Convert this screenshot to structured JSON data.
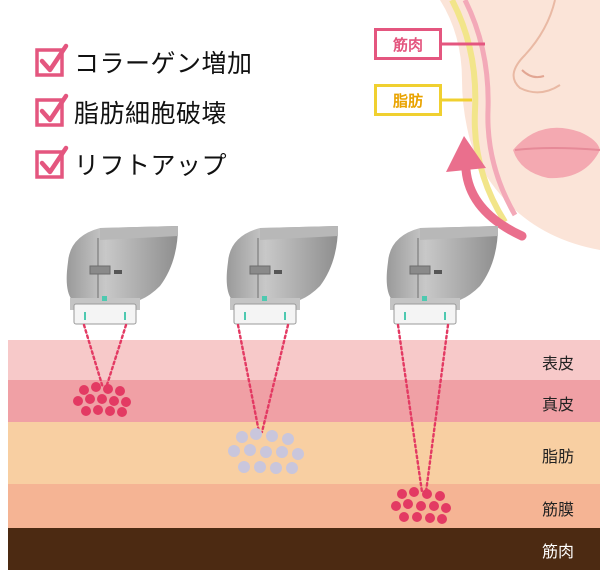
{
  "benefits": [
    {
      "label": "コラーゲン増加"
    },
    {
      "label": "脂肪細胞破壊"
    },
    {
      "label": "リフトアップ"
    }
  ],
  "face_labels": {
    "muscle": "筋肉",
    "fat": "脂肪"
  },
  "skin_layers": [
    {
      "label": "表皮",
      "color": "#f7c9c9",
      "text_color": "#222222"
    },
    {
      "label": "真皮",
      "color": "#f0a0a5",
      "text_color": "#222222"
    },
    {
      "label": "脂肪",
      "color": "#f8cfa2",
      "text_color": "#222222"
    },
    {
      "label": "筋膜",
      "color": "#f5b494",
      "text_color": "#222222"
    },
    {
      "label": "筋肉",
      "color": "#4c2a12",
      "text_color": "#ffffff"
    }
  ],
  "colors": {
    "accent_pink": "#e4567f",
    "fat_yellow": "#f0d030",
    "skin": "#fbe4d8",
    "red_dots": "#e33a63",
    "grey_dots": "#c9c6dc",
    "device_grey": "#a7a7a7"
  },
  "icons": {
    "check": "checkbox-checked-icon",
    "arrow": "curved-lift-arrow-icon"
  }
}
